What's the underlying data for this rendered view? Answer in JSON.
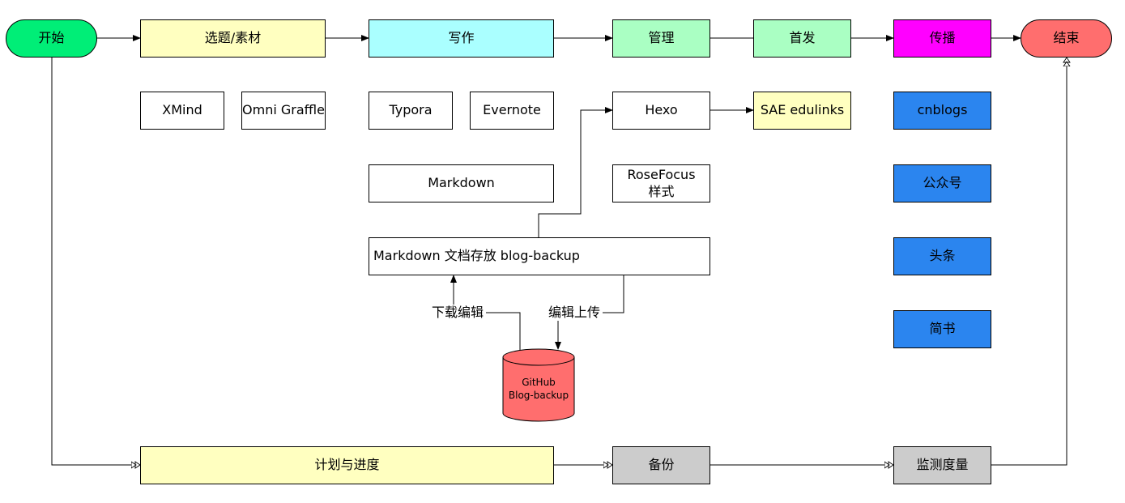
{
  "colors": {
    "green": "#00ee77",
    "yellow": "#ffffc0",
    "cyan": "#aaffff",
    "mint": "#aaffc3",
    "magenta": "#ff00ff",
    "red": "#ff6e6e",
    "blue": "#2b85ef",
    "gray": "#cccccc",
    "white": "#ffffff"
  },
  "nodes": {
    "start": "开始",
    "topic": "选题/素材",
    "write": "写作",
    "manage": "管理",
    "first_publish": "首发",
    "spread": "传播",
    "end": "结束",
    "xmind": "XMind",
    "omnigraffle": "Omni Graffle",
    "typora": "Typora",
    "evernote": "Evernote",
    "hexo": "Hexo",
    "sae": "SAE edulinks",
    "cnblogs": "cnblogs",
    "markdown": "Markdown",
    "rosefocus": "RoseFocus\n样式",
    "wechat": "公众号",
    "storage": "Markdown 文档存放 blog-backup",
    "toutiao": "头条",
    "jianshu": "简书",
    "plan": "计划与进度",
    "backup": "备份",
    "monitor": "监测度量"
  },
  "github": {
    "line1": "GitHub",
    "line2": "Blog-backup"
  },
  "edge_labels": {
    "download": "下载编辑",
    "upload": "编辑上传"
  }
}
